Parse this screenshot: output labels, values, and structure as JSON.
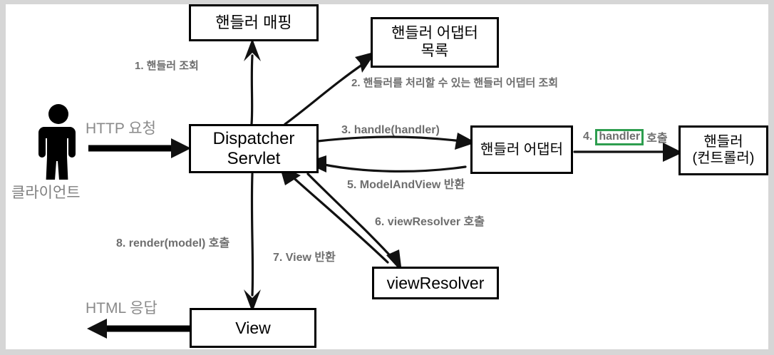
{
  "diagram": {
    "title": "Spring MVC DispatcherServlet flow",
    "accent_green": "#2e9e4f",
    "label_gray": "#6e6e6e",
    "light_gray": "#8a8a8a",
    "boxes": {
      "handler_mapping": "핸들러 매핑",
      "handler_adapter_list_line1": "핸들러 어댑터",
      "handler_adapter_list_line2": "목록",
      "dispatcher_line1": "Dispatcher",
      "dispatcher_line2": "Servlet",
      "handler_adapter": "핸들러 어댑터",
      "handler_line1": "핸들러",
      "handler_line2": "(컨트롤러)",
      "view_resolver": "viewResolver",
      "view": "View"
    },
    "actor": {
      "label": "클라이언트",
      "icon": "person-icon"
    },
    "edge_labels": {
      "http_request": "HTTP 요청",
      "html_response": "HTML 응답",
      "step1": "1. 핸들러 조회",
      "step2": "2. 핸들러를 처리할 수 있는 핸들러 어댑터 조회",
      "step3": "3. handle(handler)",
      "step4_prefix": "4.",
      "step4_highlight": "handler",
      "step4_suffix": "호출",
      "step5": "5. ModelAndView 반환",
      "step6": "6. viewResolver 호출",
      "step7": "7. View 반환",
      "step8": "8. render(model) 호출"
    }
  }
}
